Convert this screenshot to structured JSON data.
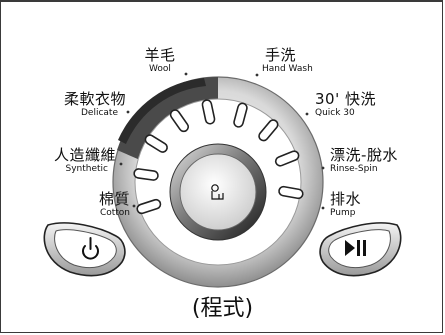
{
  "programs": {
    "wool": {
      "zh": "羊毛",
      "en": "Wool"
    },
    "hand_wash": {
      "zh": "手洗",
      "en": "Hand Wash"
    },
    "delicate": {
      "zh": "柔軟衣物",
      "en": "Delicate"
    },
    "quick30": {
      "zh": "30' 快洗",
      "en": "Quick 30"
    },
    "synthetic": {
      "zh": "人造纖維",
      "en": "Synthetic"
    },
    "rinse_spin": {
      "zh": "漂洗-脫水",
      "en": "Rinse-Spin"
    },
    "cotton": {
      "zh": "棉質",
      "en": "Cotton"
    },
    "pump": {
      "zh": "排水",
      "en": "Pump"
    }
  },
  "buttons": {
    "power": {
      "icon": "power-icon"
    },
    "start_pause": {
      "icon": "play-pause-icon"
    }
  },
  "knob": {
    "icon": "program-knob-icon"
  },
  "caption": "(程式)"
}
